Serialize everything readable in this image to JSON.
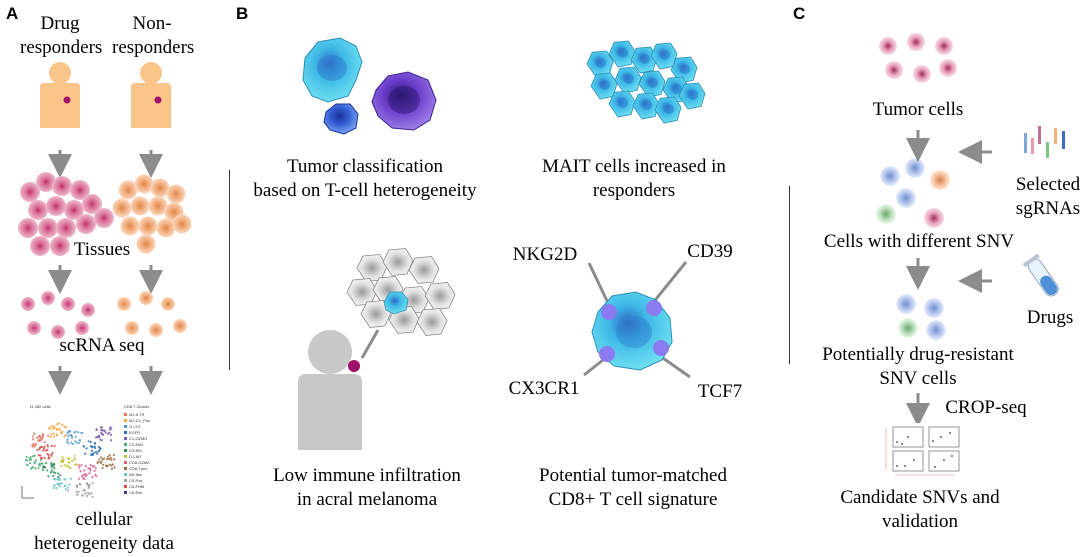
{
  "panels": {
    "a": "A",
    "b": "B",
    "c": "C"
  },
  "panel_a": {
    "responders": "Drug responders",
    "responders_l1": "Drug",
    "responders_l2": "responders",
    "nonresponders_l1": "Non-",
    "nonresponders_l2": "responders",
    "tissues": "Tissues",
    "scrna": "scRNA seq",
    "result_l1": "cellular",
    "result_l2": "heterogeneity data",
    "tsne_title": "11,260 cells",
    "legend_title": "CD8 T Cluster",
    "legend_items": [
      "M1-IL7R",
      "M2-C1_Pos",
      "G-LYZ",
      "EGFR",
      "C1-GZMH",
      "C2-EM1",
      "C3-RM",
      "D-LAG",
      "CD8-GZMK",
      "CD8-Tpex",
      "NK-like",
      "C4-Pos",
      "C5-FHM",
      "C6-Exh"
    ],
    "legend_colors": [
      "#e8735a",
      "#f4a53a",
      "#5aa0d6",
      "#2e6fb5",
      "#7a5fb0",
      "#4fb07a",
      "#2f8f5a",
      "#c9c23f",
      "#e05a8f",
      "#9b6b3c",
      "#6ec2c8",
      "#a0a0a0",
      "#d94a4a",
      "#3b3b8f"
    ]
  },
  "panel_b": {
    "q1_l1": "Tumor classification",
    "q1_l2": "based on T-cell heterogeneity",
    "q2_l1": "MAIT cells increased in",
    "q2_l2": "responders",
    "q3_l1": "Low immune infiltration",
    "q3_l2": "in acral melanoma",
    "q4_l1": "Potential tumor-matched",
    "q4_l2": "CD8+ T cell signature",
    "markers": [
      "NKG2D",
      "CD39",
      "CX3CR1",
      "TCF7"
    ]
  },
  "panel_c": {
    "tumor_cells": "Tumor cells",
    "sgrna_l1": "Selected",
    "sgrna_l2": "sgRNAs",
    "cells_snv": "Cells with different SNV",
    "drugs": "Drugs",
    "resistant_l1": "Potentially drug-resistant",
    "resistant_l2": "SNV cells",
    "crop": "CROP-seq",
    "candidate_l1": "Candidate SNVs and",
    "candidate_l2": "validation"
  },
  "colors": {
    "body": "#fbc58a",
    "tumor_spot": "#a0106a",
    "cell_pink": "#e79bb3",
    "cell_orange": "#f2b27d",
    "arrow": "#8c8c8c",
    "cyan": "#44c9e8",
    "purple": "#6b3fc4",
    "marker": "#8a7bf0",
    "person_gray": "#c8c8c8"
  }
}
